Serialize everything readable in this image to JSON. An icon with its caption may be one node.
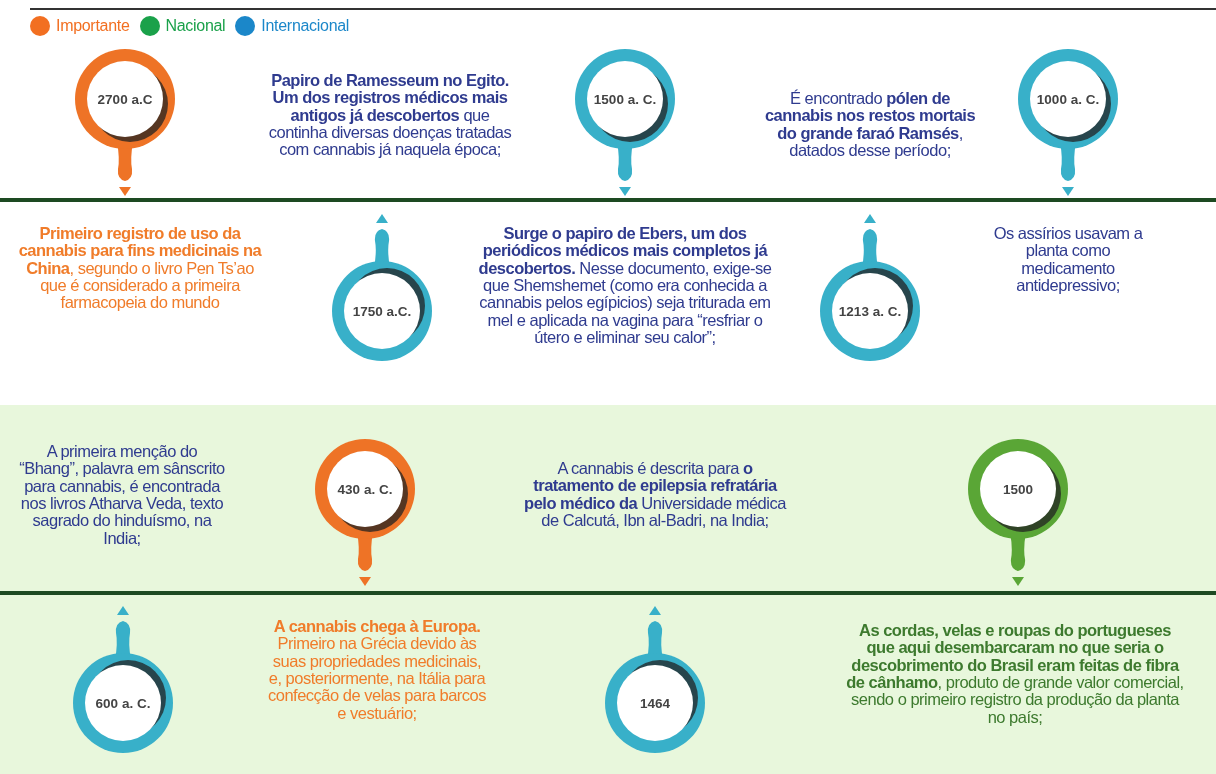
{
  "diagram": {
    "nodes": [
      {
        "text": [
          "2700 a.C"
        ],
        "beside": [
          "**Primeiro registro de uso da cannabis para fins medicinais na China**, segundo o livro Pen Ts’ao que é considerado a primeira farmacopeia do mundo"
        ]
      },
      {
        "text": [
          "1500 a. C."
        ],
        "beside": [
          "**Surge o papiro de Ebers, um dos periódicos médicos mais completos já descobertos.** Nesse documento, exige-se que Shemshemet (como era conhecida a cannabis pelos egípicios) seja triturada em mel e aplicada na vagina para “resfriar o útero e eliminar seu calor”;"
        ]
      },
      {
        "text": [
          "1000 a. C."
        ],
        "beside": [
          "Os assírios usavam a planta como medicamento antidepressivo;"
        ]
      },
      {
        "text": [
          "1750 a.C."
        ],
        "beside": [
          "**Papiro de Ramesseum no Egito. Um dos registros médicos mais antigos já descobertos** que continha diversas doenças tratadas com cannabis já naquela época;"
        ]
      },
      {
        "text": [
          "1213 a. C."
        ],
        "beside": [
          "É encontrado **pólen de cannabis nos restos mortais do grande faraó Ramsés**, datados desse período;"
        ]
      },
      {
        "text": [
          "430 a. C."
        ],
        "beside": [
          "**A cannabis chega à Europa.** Primeiro na Grécia devido às suas propriedades medicinais, e, posteriormente, na Itália para confecção de velas para barcos e vestuário;"
        ]
      },
      {
        "text": [
          "1500"
        ],
        "beside": [
          "**As cordas, velas e roupas do portugueses que aqui desembarcaram no que seria o descobrimento do Brasil eram feitas de fibra de cânhamo**, produto de grande valor comercial, sendo o primeiro registro da produção da planta no país;"
        ]
      },
      {
        "text": [
          "600 a. C."
        ],
        "beside": [
          "A primeira menção do “Bhang”, palavra em sânscrito para cannabis, é encontrada nos livros Atharva Veda, texto sagrado do hinduísmo, na India;"
        ]
      },
      {
        "text": [
          "1464"
        ]
      }
    ],
    "labels": [
      "A cannabis é descrita para **o tratamento de epilepsia refratária pelo médico da** Universidade médica de Calcutá, Ibn al-Badri, na India;"
    ],
    "legend": [
      {
        "text": "Importante",
        "color": "#f26f21"
      },
      {
        "text": "Nacional",
        "color": "#1aa14a"
      },
      {
        "text": "Internacional",
        "color": "#1b87c9"
      }
    ]
  }
}
